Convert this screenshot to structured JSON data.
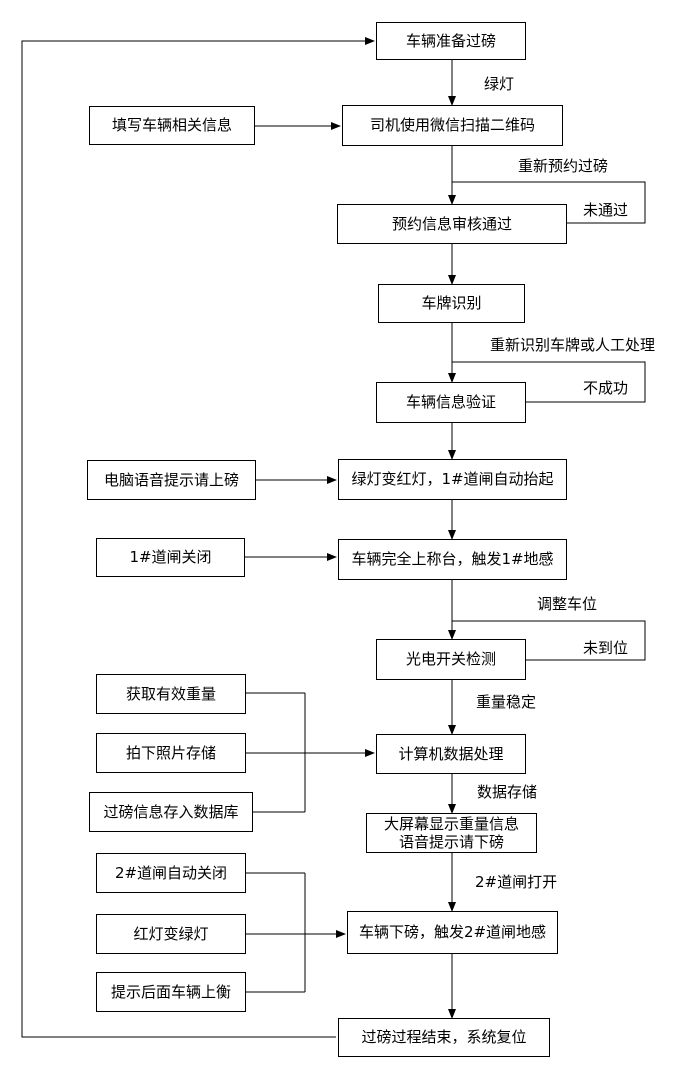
{
  "steps": {
    "s1": "车辆准备过磅",
    "s2": "司机使用微信扫描二维码",
    "s3": "预约信息审核通过",
    "s4": "车牌识别",
    "s5": "车辆信息验证",
    "s6": "绿灯变红灯，1#道闸自动抬起",
    "s7": "车辆完全上称台，触发1#地感",
    "s8": "光电开关检测",
    "s9": "计算机数据处理",
    "s10_line1": "大屏幕显示重量信息",
    "s10_line2": "语音提示请下磅",
    "s11": "车辆下磅，触发2#道闸地感",
    "s12": "过磅过程结束，系统复位"
  },
  "side_boxes": {
    "fill_info": "填写车辆相关信息",
    "voice_prompt": "电脑语音提示请上磅",
    "gate1_close": "1#道闸关闭",
    "get_weight": "获取有效重量",
    "take_photo": "拍下照片存储",
    "save_db": "过磅信息存入数据库",
    "gate2_close": "2#道闸自动关闭",
    "light_change": "红灯变绿灯",
    "prompt_next": "提示后面车辆上衡"
  },
  "labels": {
    "green_light": "绿灯",
    "rebook": "重新预约过磅",
    "not_passed": "未通过",
    "reidentify": "重新识别车牌或人工处理",
    "failed": "不成功",
    "adjust_pos": "调整车位",
    "not_in_pos": "未到位",
    "weight_stable": "重量稳定",
    "data_storage": "数据存储",
    "gate2_open": "2#道闸打开"
  }
}
